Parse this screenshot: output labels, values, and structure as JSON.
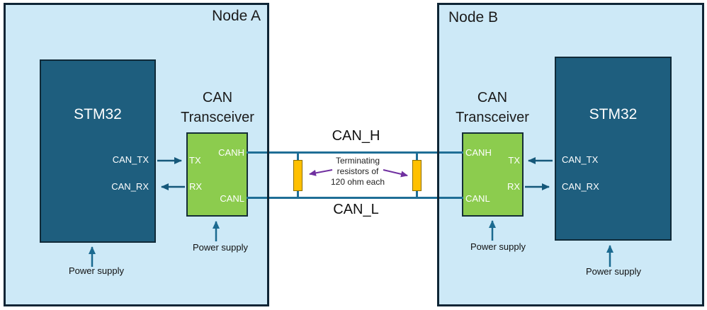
{
  "colors": {
    "node_fill": "#cde9f7",
    "node_border": "#0e2535",
    "mcu_fill": "#1e5e7e",
    "transceiver_fill": "#8ccc4e",
    "bus_line": "#1f6e96",
    "connector_arrow": "#15587a",
    "resistor_fill": "#ffc000",
    "annotation_arrow": "#7030a0",
    "label_light": "#ffffff",
    "label_dark": "#1b1b1b"
  },
  "node_a": {
    "title": "Node A",
    "mcu": {
      "label": "STM32",
      "pin_tx": "CAN_TX",
      "pin_rx": "CAN_RX",
      "power_label": "Power supply"
    },
    "transceiver": {
      "title": "CAN Transceiver",
      "pin_tx": "TX",
      "pin_rx": "RX",
      "pin_canh": "CANH",
      "pin_canl": "CANL",
      "power_label": "Power supply"
    }
  },
  "node_b": {
    "title": "Node B",
    "mcu": {
      "label": "STM32",
      "pin_tx": "CAN_TX",
      "pin_rx": "CAN_RX",
      "power_label": "Power supply"
    },
    "transceiver": {
      "title": "CAN Transceiver",
      "pin_tx": "TX",
      "pin_rx": "RX",
      "pin_canh": "CANH",
      "pin_canl": "CANL",
      "power_label": "Power supply"
    }
  },
  "bus": {
    "can_h_label": "CAN_H",
    "can_l_label": "CAN_L",
    "termination_note": [
      "Terminating",
      "resistors of",
      "120 ohm each"
    ]
  }
}
